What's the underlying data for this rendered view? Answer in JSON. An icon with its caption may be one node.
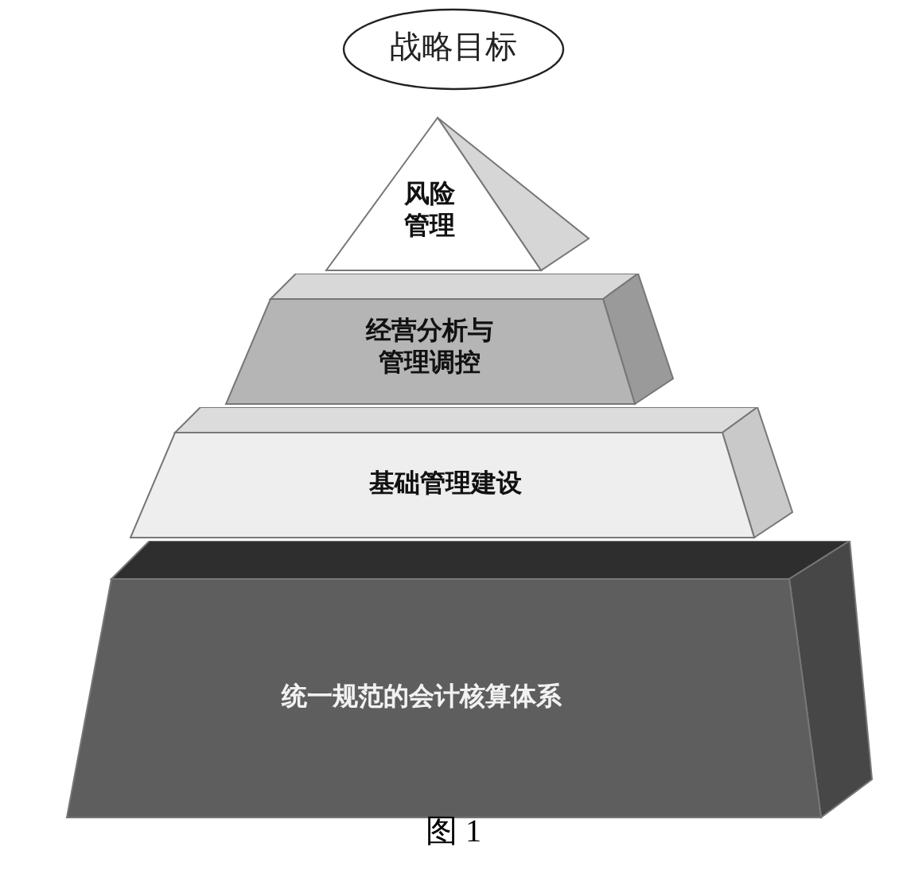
{
  "diagram": {
    "caption": "图 1",
    "nodes": [
      {
        "text": [
          "战略目标"
        ]
      },
      {
        "text": [
          "风险管理"
        ]
      },
      {
        "text": [
          "经营分析与管理调控"
        ]
      },
      {
        "text": [
          "基础管理建设"
        ]
      },
      {
        "text": [
          "统一规范的会计核算体系"
        ]
      }
    ]
  }
}
